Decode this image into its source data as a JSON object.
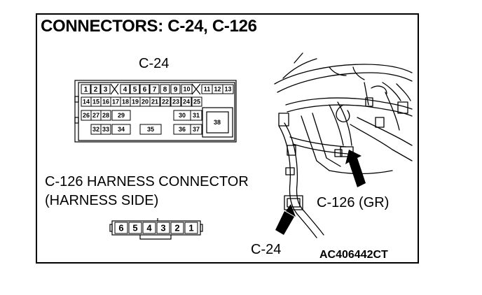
{
  "title": "CONNECTORS: C-24, C-126",
  "c24": {
    "label": "C-24",
    "pins_row1": [
      "1",
      "2",
      "3",
      "4",
      "5",
      "6",
      "7",
      "8",
      "9",
      "10",
      "11",
      "12",
      "13"
    ],
    "pins_row2": [
      "14",
      "15",
      "16",
      "17",
      "18",
      "19",
      "20",
      "21",
      "22",
      "23",
      "24",
      "25"
    ],
    "pins_row3": [
      "26",
      "27",
      "28",
      "29",
      "30",
      "31",
      "38"
    ],
    "pins_row4": [
      "32",
      "33",
      "34",
      "35",
      "36",
      "37"
    ]
  },
  "c126": {
    "label_line1": "C-126 HARNESS CONNECTOR",
    "label_line2": "(HARNESS SIDE)",
    "pins": [
      "6",
      "5",
      "4",
      "3",
      "2",
      "1"
    ]
  },
  "callouts": {
    "c126": "C-126 (GR)",
    "c24": "C-24"
  },
  "figure_code": "AC406442CT"
}
